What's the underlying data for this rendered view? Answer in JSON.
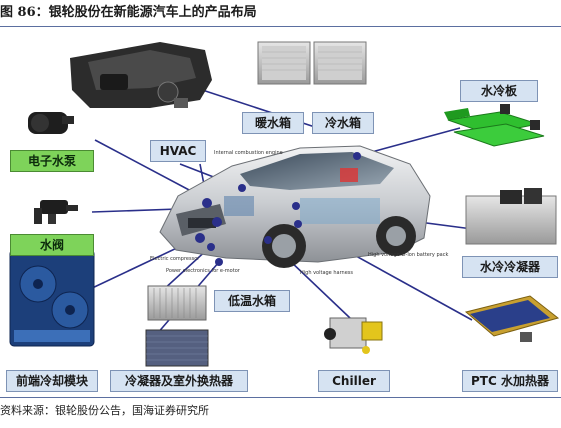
{
  "figure": {
    "title": "图 86：银轮股份在新能源汽车上的产品布局",
    "source": "资料来源：银轮股份公告，国海证券研究所"
  },
  "labels": {
    "hvac": "HVAC",
    "heater_core": "暖水箱",
    "evaporator": "冷水箱",
    "water_cold_plate": "水冷板",
    "electronic_water_pump": "电子水泵",
    "water_valve": "水阀",
    "water_cooled_condenser": "水冷冷凝器",
    "low_temp_radiator": "低温水箱",
    "front_end_cooling_module": "前端冷却模块",
    "condenser_outdoor_exchanger": "冷凝器及室外换热器",
    "chiller": "Chiller",
    "ptc_heater": "PTC 水加热器"
  },
  "car_annotations": {
    "ice": "Internal combustion engine",
    "electric_compressor": "Electric compressor",
    "power_electronics": "Power electronics for e-motor",
    "hv_harness": "High voltage harness",
    "hv_battery": "High voltage Li-Ion battery pack"
  }
}
